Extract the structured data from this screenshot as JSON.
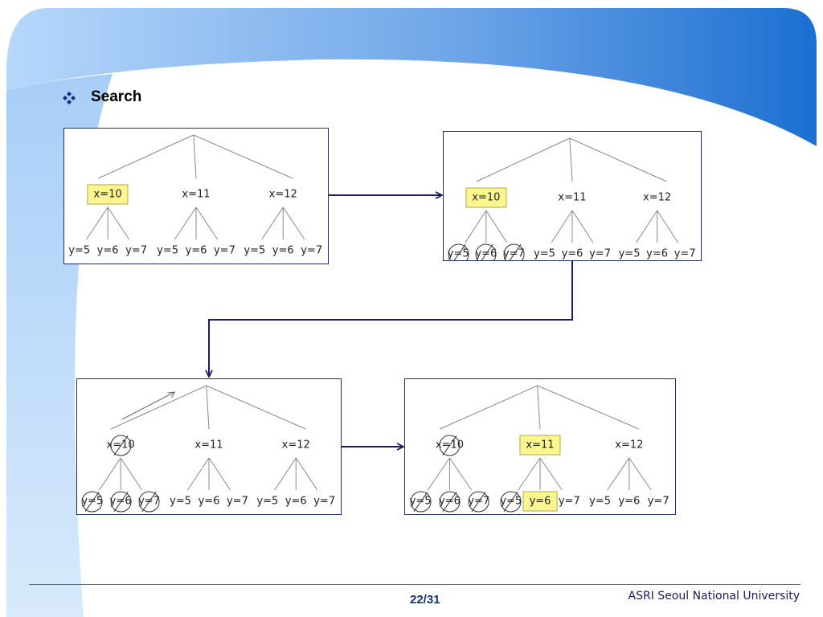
{
  "slide": {
    "title": "Search",
    "page": "22/31",
    "footer_org": "ASRI Seoul National University"
  },
  "colors": {
    "header_gradient_start": "#a9d0f8",
    "header_gradient_end": "#1a6fd0",
    "highlight": "#fbf68e",
    "arrow": "#1a1a6e"
  },
  "icons": {
    "bullet": "four-diamond-bullet-icon",
    "scan_arrow": "arrow-up-right-icon"
  },
  "diagram": {
    "panels": [
      {
        "name": "tree-step-1",
        "nodes": [
          {
            "label": "x=10",
            "state": "highlighted"
          },
          {
            "label": "x=11",
            "state": "normal"
          },
          {
            "label": "x=12",
            "state": "normal"
          }
        ],
        "leaves": [
          {
            "label": "y=5",
            "state": "normal"
          },
          {
            "label": "y=6",
            "state": "normal"
          },
          {
            "label": "y=7",
            "state": "normal"
          },
          {
            "label": "y=5",
            "state": "normal"
          },
          {
            "label": "y=6",
            "state": "normal"
          },
          {
            "label": "y=7",
            "state": "normal"
          },
          {
            "label": "y=5",
            "state": "normal"
          },
          {
            "label": "y=6",
            "state": "normal"
          },
          {
            "label": "y=7",
            "state": "normal"
          }
        ],
        "scan_arrow": false
      },
      {
        "name": "tree-step-2",
        "nodes": [
          {
            "label": "x=10",
            "state": "highlighted"
          },
          {
            "label": "x=11",
            "state": "normal"
          },
          {
            "label": "x=12",
            "state": "normal"
          }
        ],
        "leaves": [
          {
            "label": "y=5",
            "state": "pruned"
          },
          {
            "label": "y=6",
            "state": "pruned"
          },
          {
            "label": "y=7",
            "state": "pruned"
          },
          {
            "label": "y=5",
            "state": "normal"
          },
          {
            "label": "y=6",
            "state": "normal"
          },
          {
            "label": "y=7",
            "state": "normal"
          },
          {
            "label": "y=5",
            "state": "normal"
          },
          {
            "label": "y=6",
            "state": "normal"
          },
          {
            "label": "y=7",
            "state": "normal"
          }
        ],
        "scan_arrow": false
      },
      {
        "name": "tree-step-3",
        "nodes": [
          {
            "label": "x=10",
            "state": "pruned"
          },
          {
            "label": "x=11",
            "state": "normal"
          },
          {
            "label": "x=12",
            "state": "normal"
          }
        ],
        "leaves": [
          {
            "label": "y=5",
            "state": "pruned"
          },
          {
            "label": "y=6",
            "state": "pruned"
          },
          {
            "label": "y=7",
            "state": "pruned"
          },
          {
            "label": "y=5",
            "state": "normal"
          },
          {
            "label": "y=6",
            "state": "normal"
          },
          {
            "label": "y=7",
            "state": "normal"
          },
          {
            "label": "y=5",
            "state": "normal"
          },
          {
            "label": "y=6",
            "state": "normal"
          },
          {
            "label": "y=7",
            "state": "normal"
          }
        ],
        "scan_arrow": true
      },
      {
        "name": "tree-step-4",
        "nodes": [
          {
            "label": "x=10",
            "state": "pruned"
          },
          {
            "label": "x=11",
            "state": "highlighted"
          },
          {
            "label": "x=12",
            "state": "normal"
          }
        ],
        "leaves": [
          {
            "label": "y=5",
            "state": "pruned"
          },
          {
            "label": "y=6",
            "state": "pruned"
          },
          {
            "label": "y=7",
            "state": "pruned"
          },
          {
            "label": "y=5",
            "state": "pruned"
          },
          {
            "label": "y=6",
            "state": "highlighted"
          },
          {
            "label": "y=7",
            "state": "normal"
          },
          {
            "label": "y=5",
            "state": "normal"
          },
          {
            "label": "y=6",
            "state": "normal"
          },
          {
            "label": "y=7",
            "state": "normal"
          }
        ],
        "scan_arrow": false
      }
    ]
  }
}
